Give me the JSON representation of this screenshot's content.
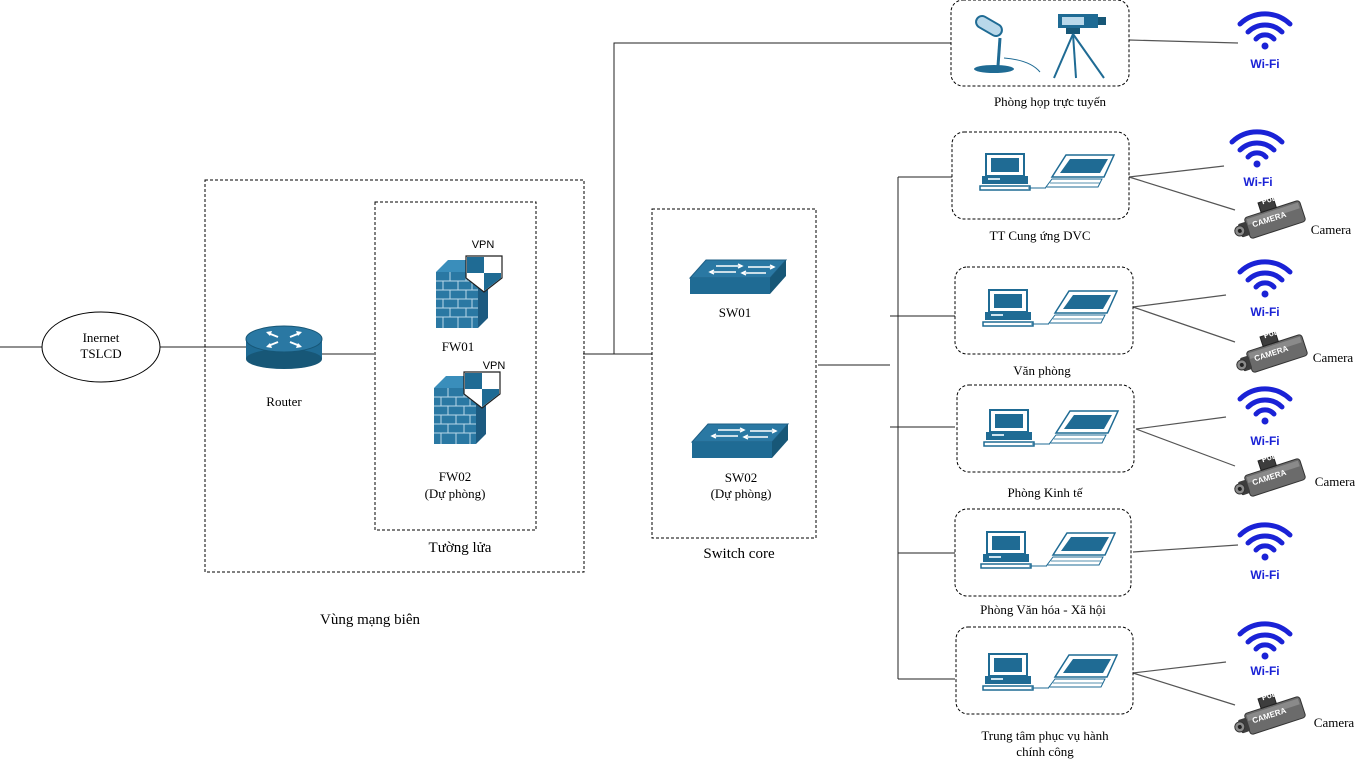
{
  "nodes": {
    "internet": {
      "line1": "Inernet",
      "line2": "TSLCD"
    },
    "router": "Router",
    "fw01": {
      "name": "FW01",
      "vpn": "VPN"
    },
    "fw02": {
      "name": "FW02",
      "note": "(Dự phòng)",
      "vpn": "VPN"
    },
    "sw01": "SW01",
    "sw02": {
      "name": "SW02",
      "note": "(Dự phòng)"
    }
  },
  "zones": {
    "firewall": "Tường lửa",
    "switch_core": "Switch core",
    "edge": "Vùng mạng biên"
  },
  "rooms": [
    {
      "name": "Phòng họp trực tuyến",
      "wifi": "Wi-Fi"
    },
    {
      "name": "TT Cung ứng DVC",
      "wifi": "Wi-Fi",
      "camera": "Camera",
      "camera_badge": "CAMERA",
      "poe": "PoE"
    },
    {
      "name": "Văn phòng",
      "wifi": "Wi-Fi",
      "camera": "Camera",
      "camera_badge": "CAMERA",
      "poe": "PoE"
    },
    {
      "name": "Phòng Kinh tế",
      "wifi": "Wi-Fi",
      "camera": "Camera",
      "camera_badge": "CAMERA",
      "poe": "PoE"
    },
    {
      "name": "Phòng Văn hóa - Xã hội",
      "wifi": "Wi-Fi"
    },
    {
      "name_line1": "Trung tâm phục vụ hành",
      "name_line2": "chính công",
      "wifi": "Wi-Fi",
      "camera": "Camera",
      "camera_badge": "CAMERA",
      "poe": "PoE"
    }
  ],
  "colors": {
    "device_blue": "#1f6b94",
    "wifi_blue": "#1a22d6",
    "brick": "#2a78a3",
    "camera_grey": "#6b6b6b"
  },
  "icons": [
    "router-icon",
    "firewall-icon",
    "switch-icon",
    "microphone-icon",
    "video-camera-icon",
    "computer-icon",
    "wifi-icon",
    "poe-camera-icon"
  ]
}
